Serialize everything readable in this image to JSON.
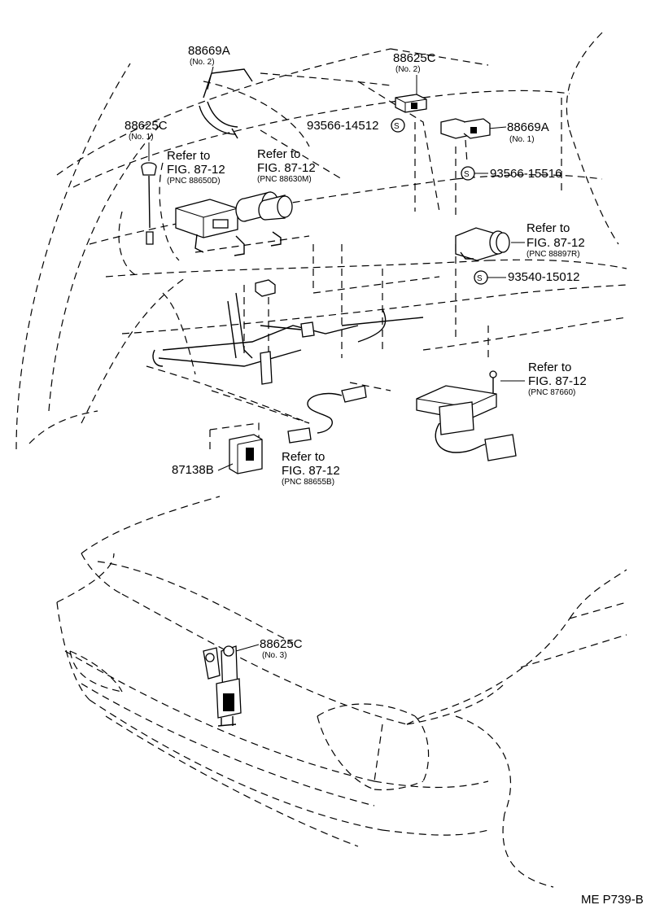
{
  "labels": {
    "p88669A_no2": {
      "pn": "88669A",
      "sub": "(No. 2)"
    },
    "p88625C_no2": {
      "pn": "88625C",
      "sub": "(No. 2)"
    },
    "p88625C_no1": {
      "pn": "88625C",
      "sub": "(No. 1)"
    },
    "p88669A_no1": {
      "pn": "88669A",
      "sub": "(No. 1)"
    },
    "p88625C_no3": {
      "pn": "88625C",
      "sub": "(No. 3)"
    },
    "p87138B": {
      "pn": "87138B"
    },
    "s93566_14512": {
      "pn": "93566-14512",
      "symbol": "S"
    },
    "s93566_15516": {
      "pn": "93566-15516",
      "symbol": "S"
    },
    "s93540_15012": {
      "pn": "93540-15012",
      "symbol": "S"
    }
  },
  "refs": {
    "ref1": {
      "line1": "Refer to",
      "line2": "FIG. 87-12",
      "pnc": "(PNC 88650D)"
    },
    "ref2": {
      "line1": "Refer to",
      "line2": "FIG. 87-12",
      "pnc": "(PNC 88630M)"
    },
    "ref3": {
      "line1": "Refer to",
      "line2": "FIG. 87-12",
      "pnc": "(PNC 88897R)"
    },
    "ref4": {
      "line1": "Refer to",
      "line2": "FIG. 87-12",
      "pnc": "(PNC 87660)"
    },
    "ref5": {
      "line1": "Refer to",
      "line2": "FIG. 87-12",
      "pnc": "(PNC 88655B)"
    }
  },
  "footer": {
    "code": "ME P739-B"
  }
}
